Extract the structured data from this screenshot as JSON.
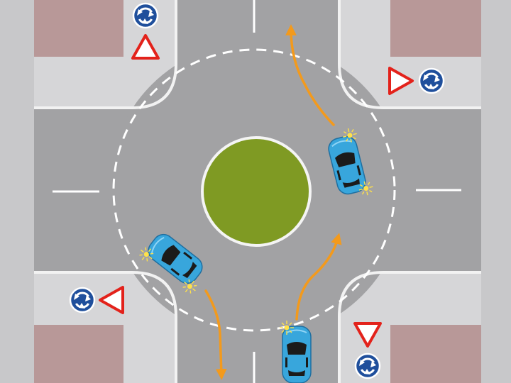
{
  "diagram": {
    "colors": {
      "background": "#c8c8ca",
      "sidewalk": "#d6d6d8",
      "sidewalk_edge": "#f2f2f2",
      "road": "#a2a2a4",
      "lane_marking": "#ffffff",
      "island": "#7f9a23",
      "island_border": "#f4f4f4",
      "block": "#b89898",
      "car_body": "#38a6dc",
      "car_dark": "#1f6fa0",
      "car_window": "#1b1b1b",
      "indicator": "#ffe14a",
      "path_arrow": "#f39a1c",
      "sign_blue": "#1f4f9c",
      "sign_red": "#e3221b"
    },
    "signs": [
      {
        "type": "roundabout",
        "icon": "roundabout-sign-icon"
      },
      {
        "type": "yield",
        "icon": "yield-sign-icon"
      }
    ],
    "vehicles": [
      {
        "name": "car-entering-bottom",
        "indicator": "left"
      },
      {
        "name": "car-exiting-right",
        "indicator": "right"
      },
      {
        "name": "car-exiting-left",
        "indicator": "right"
      }
    ]
  }
}
